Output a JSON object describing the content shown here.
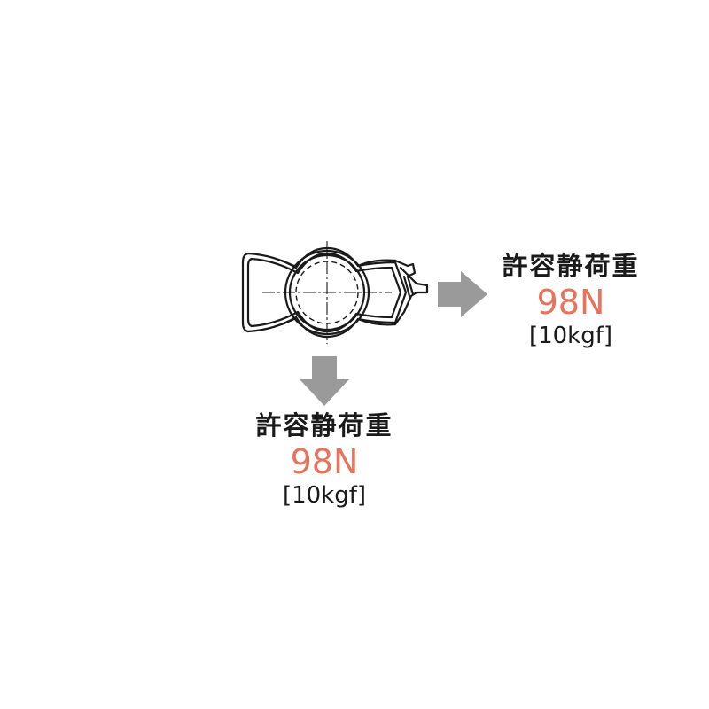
{
  "figure": {
    "icons": {
      "clip": "pipe-clip-drawing-icon",
      "arrow_right": "arrow-right-icon",
      "arrow_down": "arrow-down-icon"
    },
    "colors": {
      "value": "#e8735a",
      "arrow": "#9a9a9a",
      "text": "#1a1a1a",
      "line": "#1a1a1a"
    },
    "horizontal_load": {
      "title": "許容静荷重",
      "value": "98N",
      "kgf": "[10kgf]"
    },
    "vertical_load": {
      "title": "許容静荷重",
      "value": "98N",
      "kgf": "[10kgf]"
    }
  }
}
